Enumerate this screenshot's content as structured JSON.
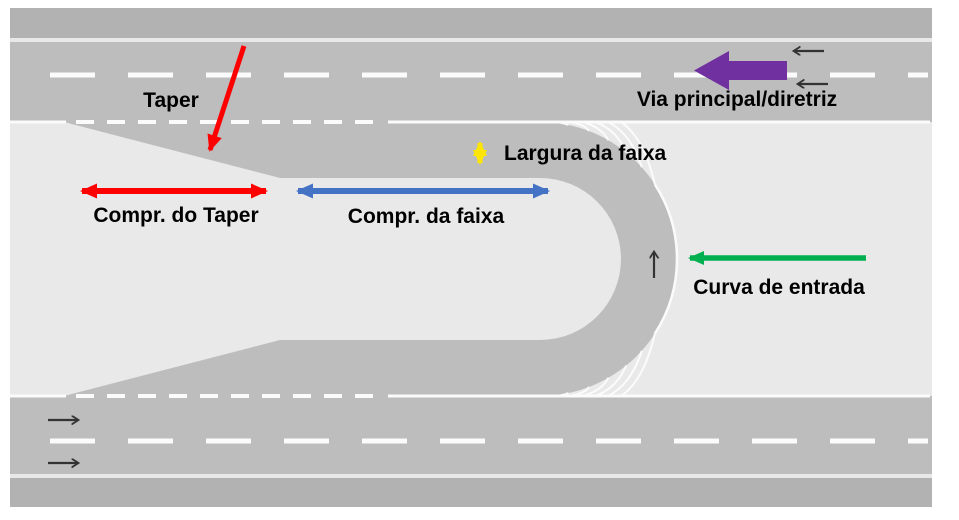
{
  "figure": {
    "type": "road-design-diagram",
    "labels": {
      "taper": "Taper",
      "main_road": "Via principal/diretriz",
      "lane_width": "Largura da faixa",
      "taper_length": "Compr. do Taper",
      "lane_length": "Compr. da faixa",
      "entry_curve": "Curva de entrada"
    },
    "colors": {
      "taper_arrows": "#ff0000",
      "lane_length_arrow": "#4472c4",
      "lane_width_arrow": "#ffe600",
      "main_road_arrow": "#7030a0",
      "entry_curve_arrow": "#00b050",
      "traffic_arrows": "#333333",
      "pavement": "#bdbdbd",
      "shoulder": "#b2b2b2",
      "median": "#e9e9e9",
      "lane_marking": "#ffffff"
    }
  }
}
